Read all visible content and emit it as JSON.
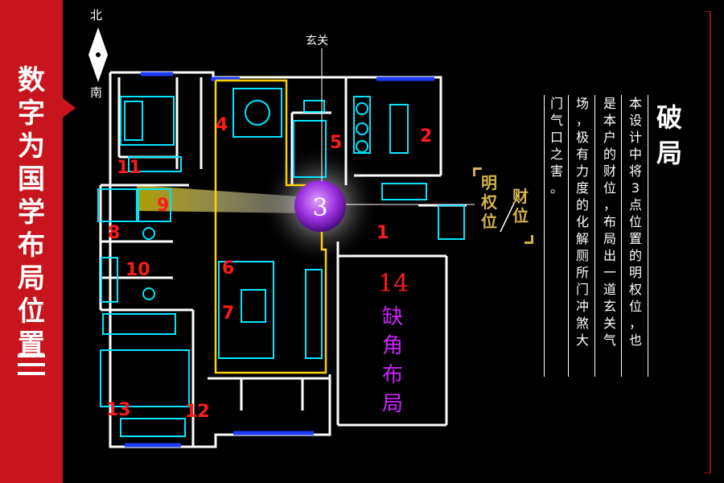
{
  "sidebar": {
    "title_chars": [
      "数",
      "字",
      "为",
      "国",
      "学",
      "布",
      "局",
      "位",
      "置"
    ]
  },
  "compass": {
    "north": "北",
    "south": "南"
  },
  "labels": {
    "xuanguan": "玄关",
    "center": "3",
    "missing_number": "14",
    "missing_chars": [
      "缺",
      "角",
      "布",
      "局"
    ],
    "mingquanwei": [
      "明",
      "权",
      "位"
    ],
    "caiwei": [
      "财",
      "位"
    ]
  },
  "room_numbers": [
    {
      "id": "1",
      "label": "1"
    },
    {
      "id": "2",
      "label": "2"
    },
    {
      "id": "4",
      "label": "4"
    },
    {
      "id": "5",
      "label": "5"
    },
    {
      "id": "6",
      "label": "6"
    },
    {
      "id": "7",
      "label": "7"
    },
    {
      "id": "8",
      "label": "8"
    },
    {
      "id": "9",
      "label": "9"
    },
    {
      "id": "10",
      "label": "10"
    },
    {
      "id": "11",
      "label": "11"
    },
    {
      "id": "12",
      "label": "12"
    },
    {
      "id": "13",
      "label": "13"
    }
  ],
  "note": {
    "heading": [
      "破",
      "局"
    ],
    "columns": [
      "本设计中将3点位置的明权位，也",
      "是本户的财位，布局出一道玄关气",
      "场，极有力度的化解厕所门冲煞大",
      "门气口之害。"
    ]
  },
  "colors": {
    "sidebar": "#c8141c",
    "wall": "#ffffff",
    "window": "#1e3cff",
    "furniture": "#00e5ff",
    "number": "#ff1a1a",
    "accent": "#d4b24c",
    "highlight": "#cc22ff"
  }
}
